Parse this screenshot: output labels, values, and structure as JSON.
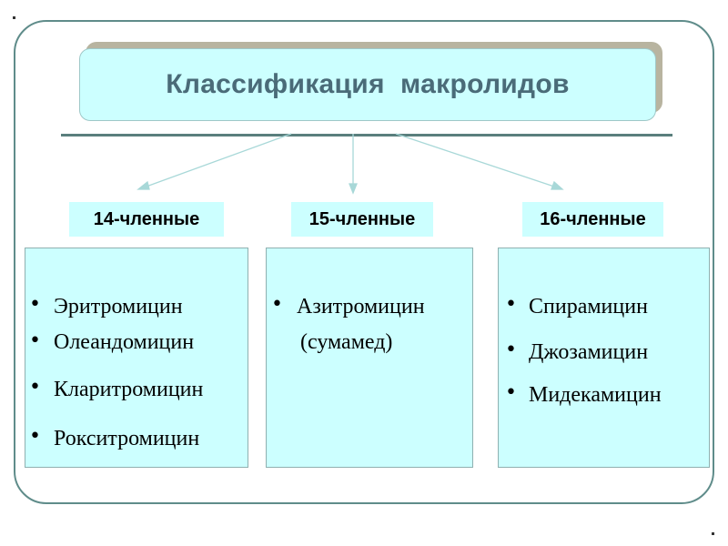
{
  "title": "Классификация  макролидов",
  "groups": [
    {
      "label": "14-членные",
      "items": [
        "Эритромицин",
        "Олеандомицин",
        "Кларитромицин",
        "Рокситромицин"
      ]
    },
    {
      "label": "15-членные",
      "items": [
        "Азитромицин",
        "(сумамед)"
      ]
    },
    {
      "label": "16-членные",
      "items": [
        "Спирамицин",
        "Джозамицин",
        "Мидекамицин"
      ]
    }
  ],
  "colors": {
    "box_fill": "#ccffff",
    "frame_border": "#5f8c8a",
    "title_text": "#4a6b78",
    "arrow": "#a8d8d8"
  }
}
